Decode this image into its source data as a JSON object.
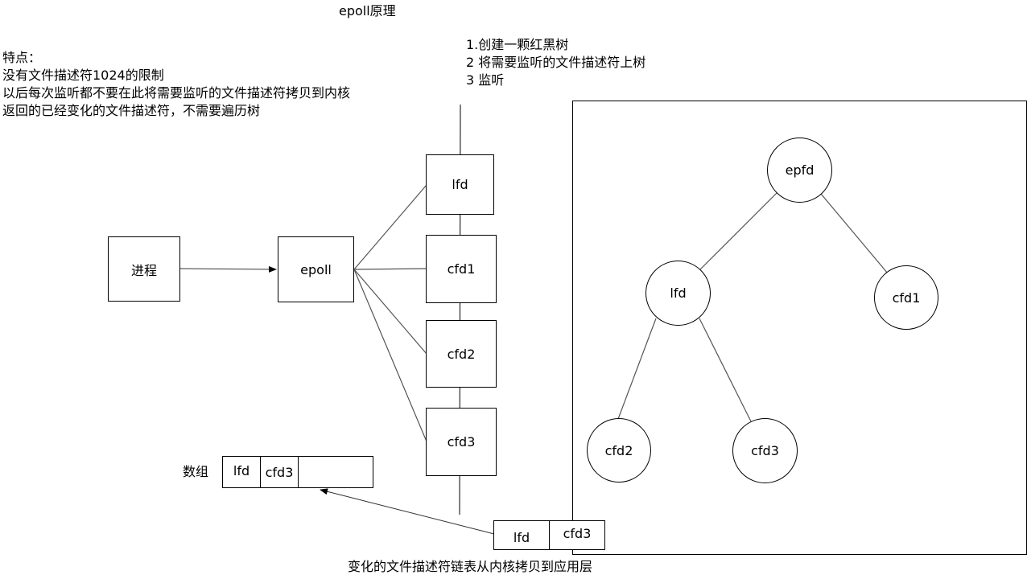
{
  "title": "epoll原理",
  "features": {
    "heading": "特点：",
    "lines": [
      "没有文件描述符1024的限制",
      "以后每次监听都不要在此将需要监听的文件描述符拷贝到内核",
      "返回的已经变化的文件描述符，不需要遍历树"
    ]
  },
  "steps": [
    "1.创建一颗红黑树",
    "2 将需要监听的文件描述符上树",
    "3 监听"
  ],
  "process_label": "进程",
  "epoll_label": "epoll",
  "fd_list": [
    "lfd",
    "cfd1",
    "cfd2",
    "cfd3"
  ],
  "array": {
    "label": "数组",
    "cells": [
      "lfd",
      "cfd3",
      ""
    ]
  },
  "linked_list": [
    "lfd",
    "cfd3"
  ],
  "copy_caption": "变化的文件描述符链表从内核拷贝到应用层",
  "tree": {
    "root": "epfd",
    "left": "lfd",
    "right": "cfd1",
    "left_left": "cfd2",
    "left_right": "cfd3"
  }
}
